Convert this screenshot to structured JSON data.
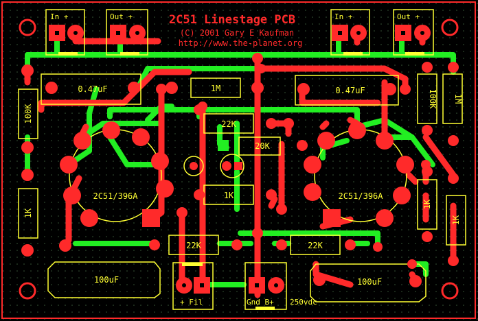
{
  "title": {
    "line1": "2C51 Linestage PCB",
    "line2": "(C) 2001 Gary E Kaufman",
    "line3": "http://www.the-planet.org"
  },
  "connectors": {
    "in_left": "In +",
    "out_left": "Out +",
    "in_right": "In +",
    "out_right": "Out +",
    "power_left": "+ Fil",
    "power_mid": "Gnd B+",
    "power_voltage": "250vdc"
  },
  "tubes": {
    "left": "2C51/396A",
    "right": "2C51/396A"
  },
  "components": {
    "cap_left": "0.47uF",
    "cap_right": "0.47uF",
    "res_1m_top": "1M",
    "res_100k_left": "100K",
    "res_100k_right": "100K",
    "res_1m_right": "1M",
    "res_22k_top": "22K",
    "res_20k": "20K",
    "res_1k_mid": "1K",
    "res_1k_left": "1K",
    "res_1k_right_a": "1K",
    "res_1k_right_b": "1K",
    "res_22k_bottom_left": "22K",
    "res_22k_bottom_right": "22K",
    "cap_100uf_left": "100uF",
    "cap_100uf_right": "100uF"
  },
  "colors": {
    "background": "#000000",
    "red_trace": "#ff2a2a",
    "green_trace": "#22ee22",
    "silkscreen": "#ffff33",
    "grid_dot": "#3a5a3a"
  }
}
